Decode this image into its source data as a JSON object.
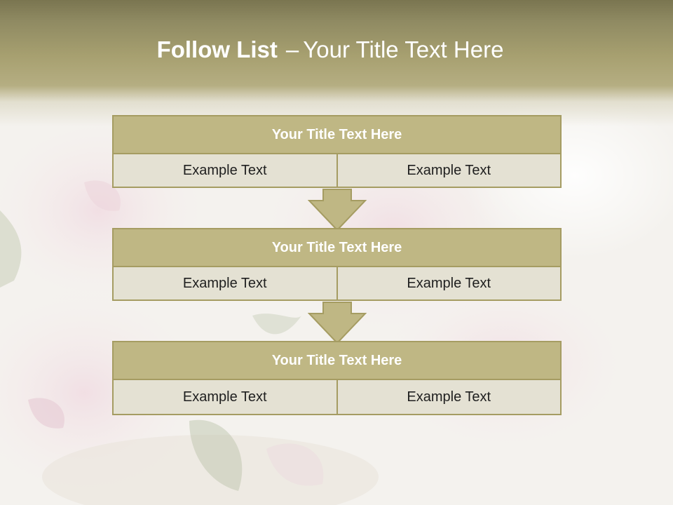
{
  "slide": {
    "title_bold": "Follow List",
    "title_dash": "–",
    "title_rest": "Your Title Text Here"
  },
  "steps": [
    {
      "title": "Your Title Text Here",
      "left": "Example Text",
      "right": "Example Text"
    },
    {
      "title": "Your Title Text Here",
      "left": "Example Text",
      "right": "Example Text"
    },
    {
      "title": "Your Title Text Here",
      "left": "Example Text",
      "right": "Example Text"
    }
  ],
  "colors": {
    "header_band": "#a7a070",
    "block_title_fill": "#bfb784",
    "block_border": "#a59c62",
    "cell_fill": "#e4e1d3",
    "arrow_fill": "#bfb784"
  }
}
